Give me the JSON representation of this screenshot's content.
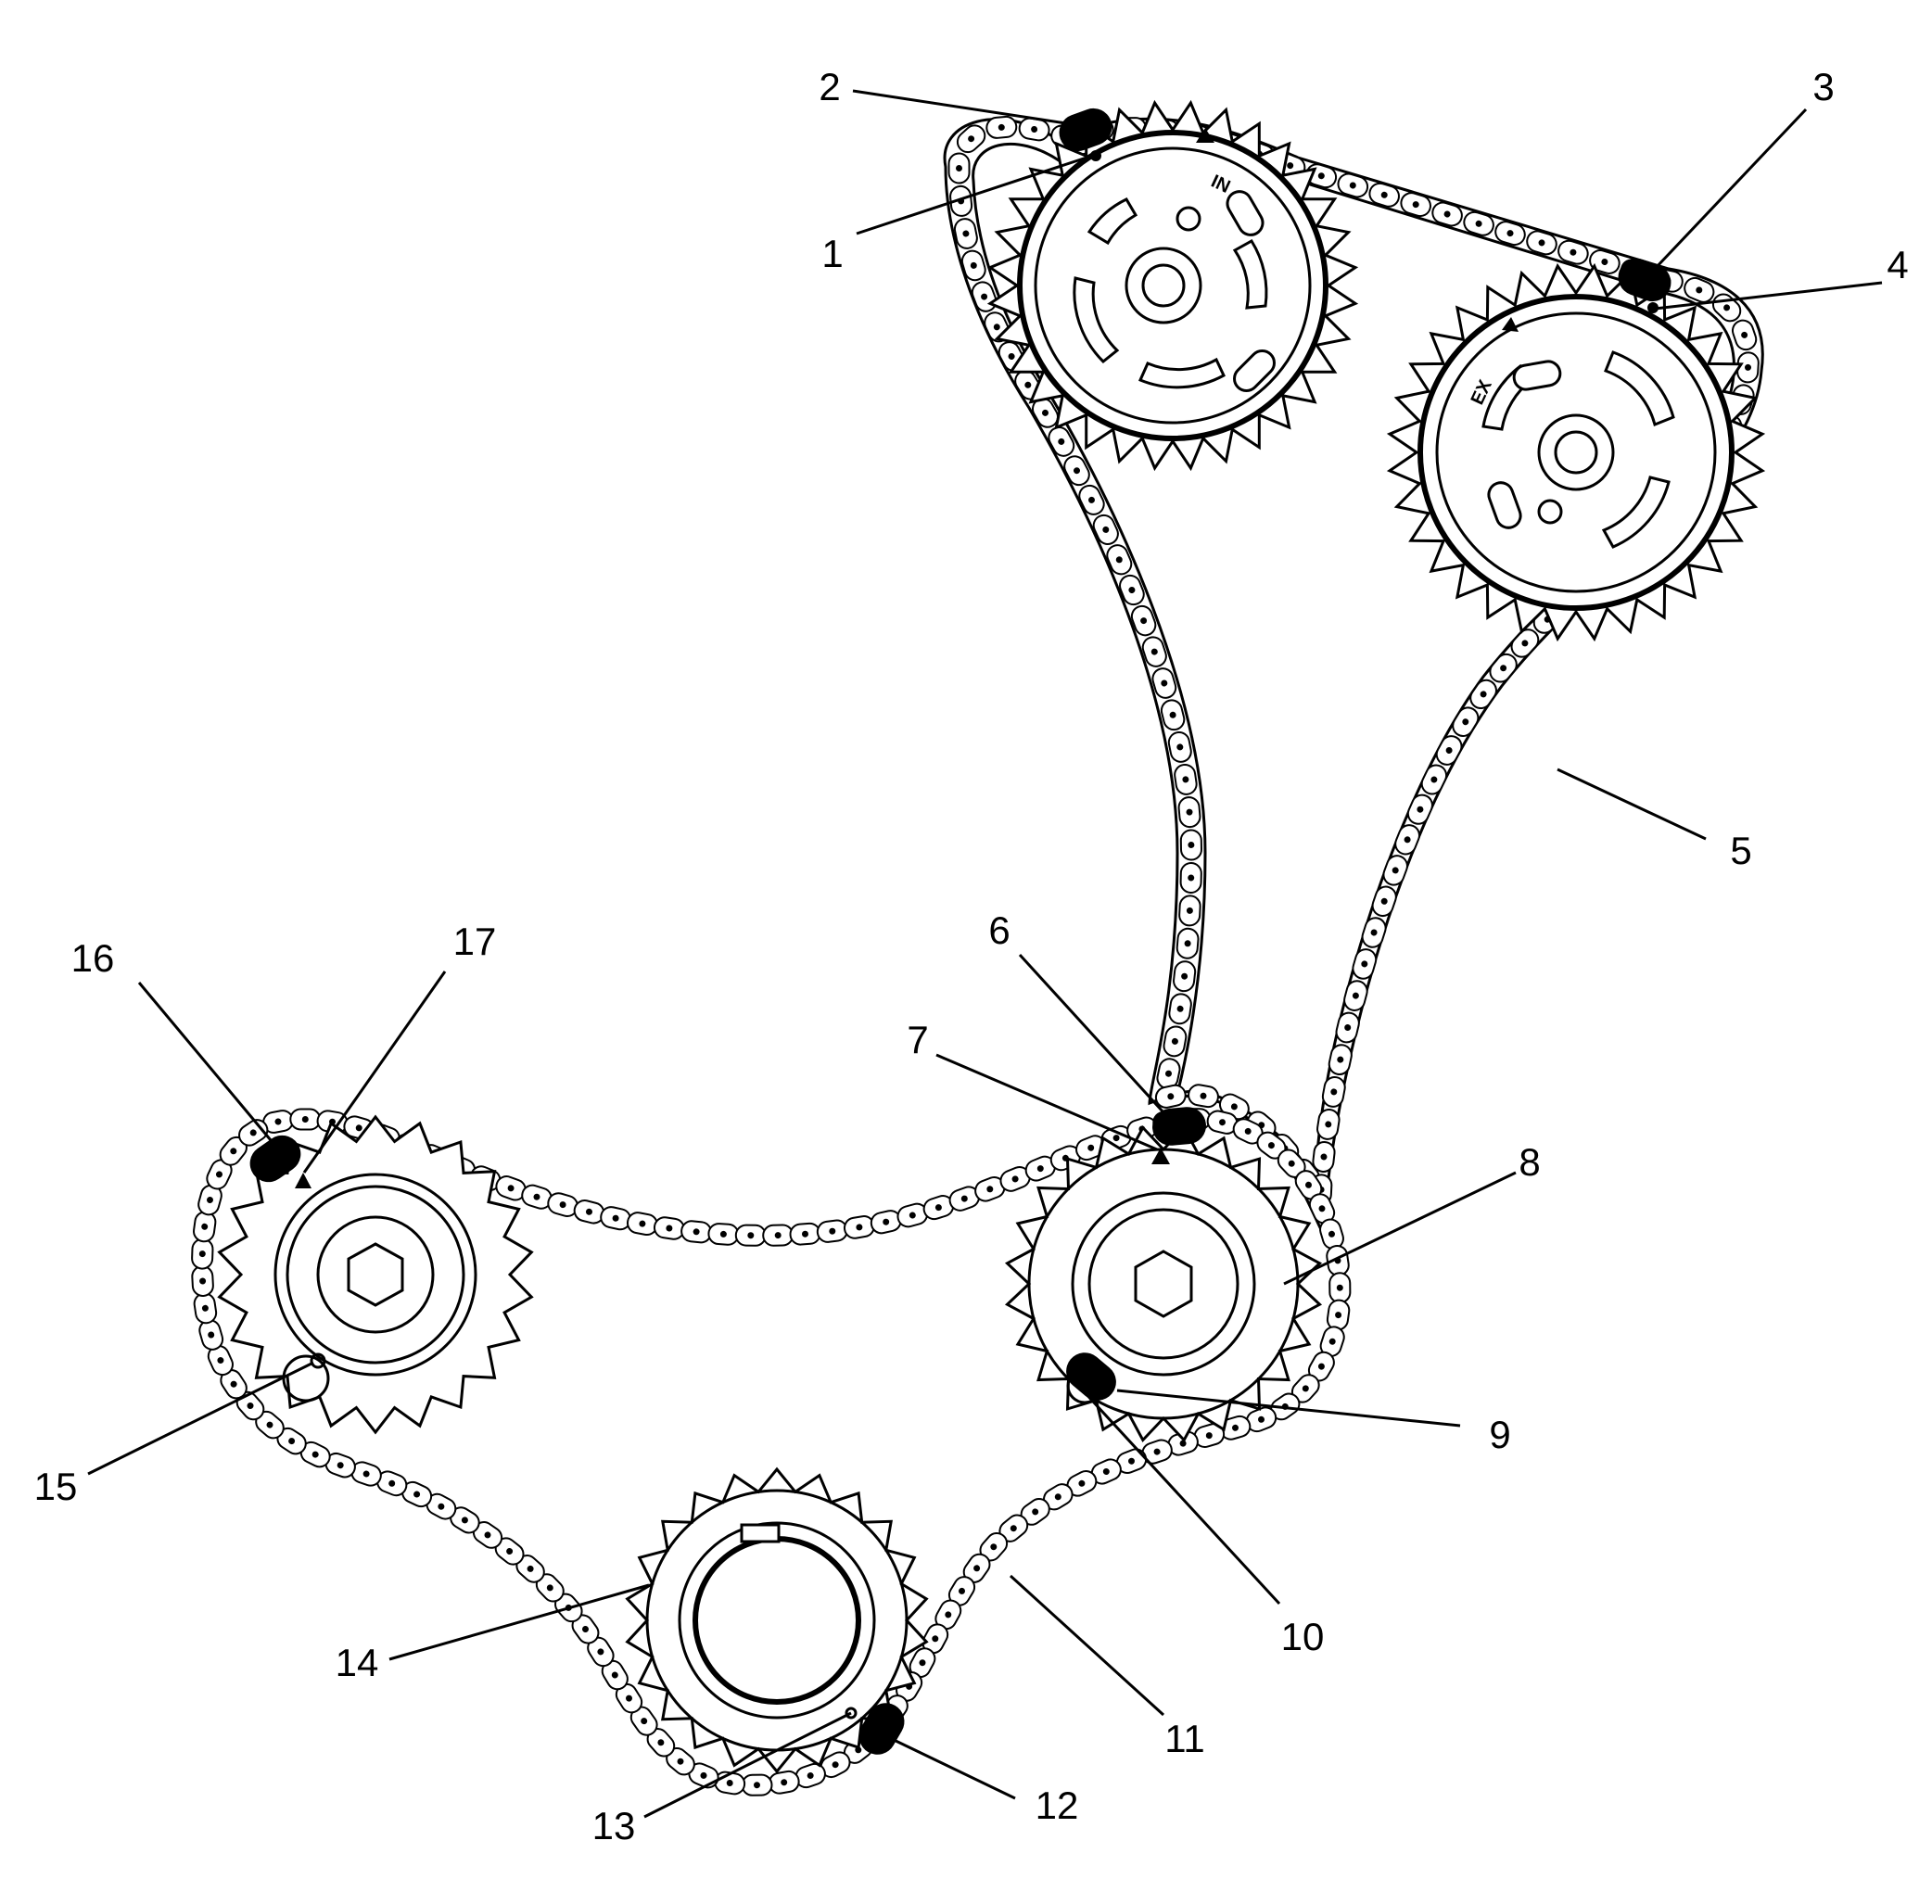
{
  "callouts": [
    {
      "id": 1,
      "label": "1"
    },
    {
      "id": 2,
      "label": "2"
    },
    {
      "id": 3,
      "label": "3"
    },
    {
      "id": 4,
      "label": "4"
    },
    {
      "id": 5,
      "label": "5"
    },
    {
      "id": 6,
      "label": "6"
    },
    {
      "id": 7,
      "label": "7"
    },
    {
      "id": 8,
      "label": "8"
    },
    {
      "id": 9,
      "label": "9"
    },
    {
      "id": 10,
      "label": "10"
    },
    {
      "id": 11,
      "label": "11"
    },
    {
      "id": 12,
      "label": "12"
    },
    {
      "id": 13,
      "label": "13"
    },
    {
      "id": 14,
      "label": "14"
    },
    {
      "id": 15,
      "label": "15"
    },
    {
      "id": 16,
      "label": "16"
    },
    {
      "id": 17,
      "label": "17"
    }
  ],
  "sprocket_marks": {
    "intake": "IN",
    "exhaust": "EX"
  },
  "colors": {
    "line": "#000000",
    "background": "#ffffff"
  }
}
